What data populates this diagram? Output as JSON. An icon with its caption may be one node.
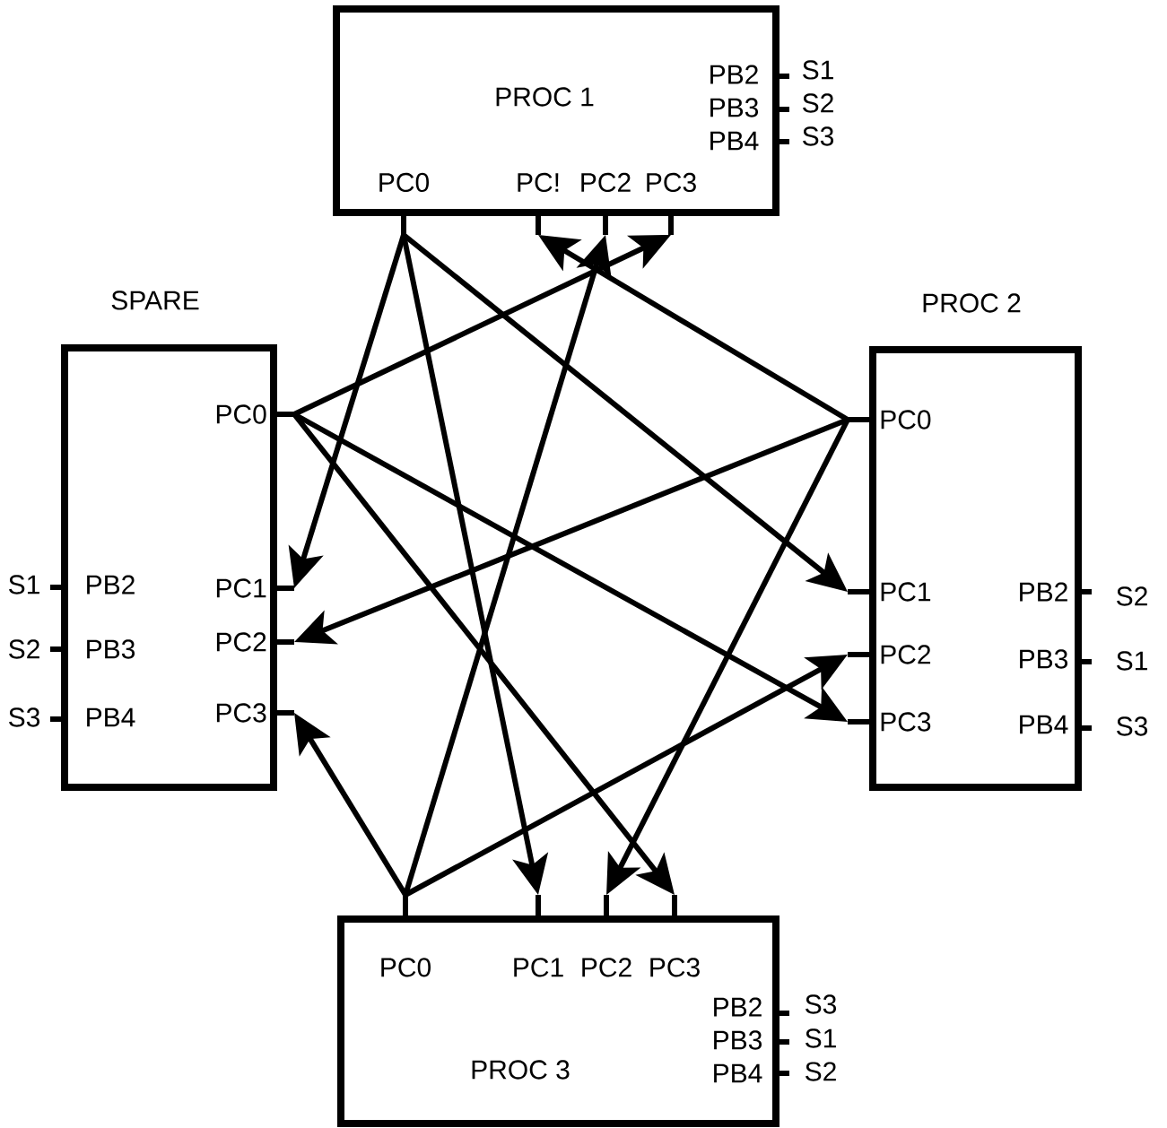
{
  "diagram": {
    "nodes": [
      {
        "text": [
          "PROC 1"
        ]
      },
      {
        "text": [
          "PC0"
        ],
        "in": 0
      },
      {
        "text": [
          "PC!"
        ],
        "in": 0
      },
      {
        "text": [
          "PC2"
        ],
        "in": 0
      },
      {
        "text": [
          "PC3"
        ],
        "in": 0
      },
      {
        "text": [
          "SPARE"
        ]
      },
      {
        "text": [
          "PC0"
        ],
        "in": 5
      },
      {
        "text": [
          "PC1"
        ],
        "in": 5
      },
      {
        "text": [
          "PC2"
        ],
        "in": 5
      },
      {
        "text": [
          "PC3"
        ],
        "in": 5
      },
      {
        "text": [
          "PROC 2"
        ]
      },
      {
        "text": [
          "PC0"
        ],
        "in": 10
      },
      {
        "text": [
          "PC1"
        ],
        "in": 10
      },
      {
        "text": [
          "PC2"
        ],
        "in": 10
      },
      {
        "text": [
          "PC3"
        ],
        "in": 10
      },
      {
        "text": [
          "PROC 3"
        ]
      },
      {
        "text": [
          "PC0"
        ],
        "in": 15
      },
      {
        "text": [
          "PC1"
        ],
        "in": 15
      },
      {
        "text": [
          "PC2"
        ],
        "in": 15
      },
      {
        "text": [
          "PC3"
        ],
        "in": 15
      }
    ],
    "edges": [
      {
        "from": 1,
        "to": 7,
        "arrow": "to"
      },
      {
        "from": 1,
        "to": 17,
        "arrow": "to"
      },
      {
        "from": 1,
        "to": 12,
        "arrow": "to"
      },
      {
        "from": 6,
        "to": 4,
        "arrow": "to"
      },
      {
        "from": 6,
        "to": 19,
        "arrow": "to"
      },
      {
        "from": 6,
        "to": 14,
        "arrow": "to"
      },
      {
        "from": 11,
        "to": 2,
        "arrow": "to"
      },
      {
        "from": 11,
        "to": 8,
        "arrow": "to"
      },
      {
        "from": 11,
        "to": 18,
        "arrow": "to"
      },
      {
        "from": 16,
        "to": 9,
        "arrow": "to"
      },
      {
        "from": 16,
        "to": 3,
        "arrow": "to"
      },
      {
        "from": 16,
        "to": 13,
        "arrow": "to"
      }
    ],
    "labels": [
      "PB2",
      "S1",
      "PB3",
      "S2",
      "PB4",
      "S3",
      "S1",
      "PB2",
      "S2",
      "PB3",
      "S3",
      "PB4",
      "PB2",
      "S2",
      "PB3",
      "S1",
      "PB4",
      "S3",
      "PB2",
      "S3",
      "PB3",
      "S1",
      "PB4",
      "S2"
    ]
  }
}
